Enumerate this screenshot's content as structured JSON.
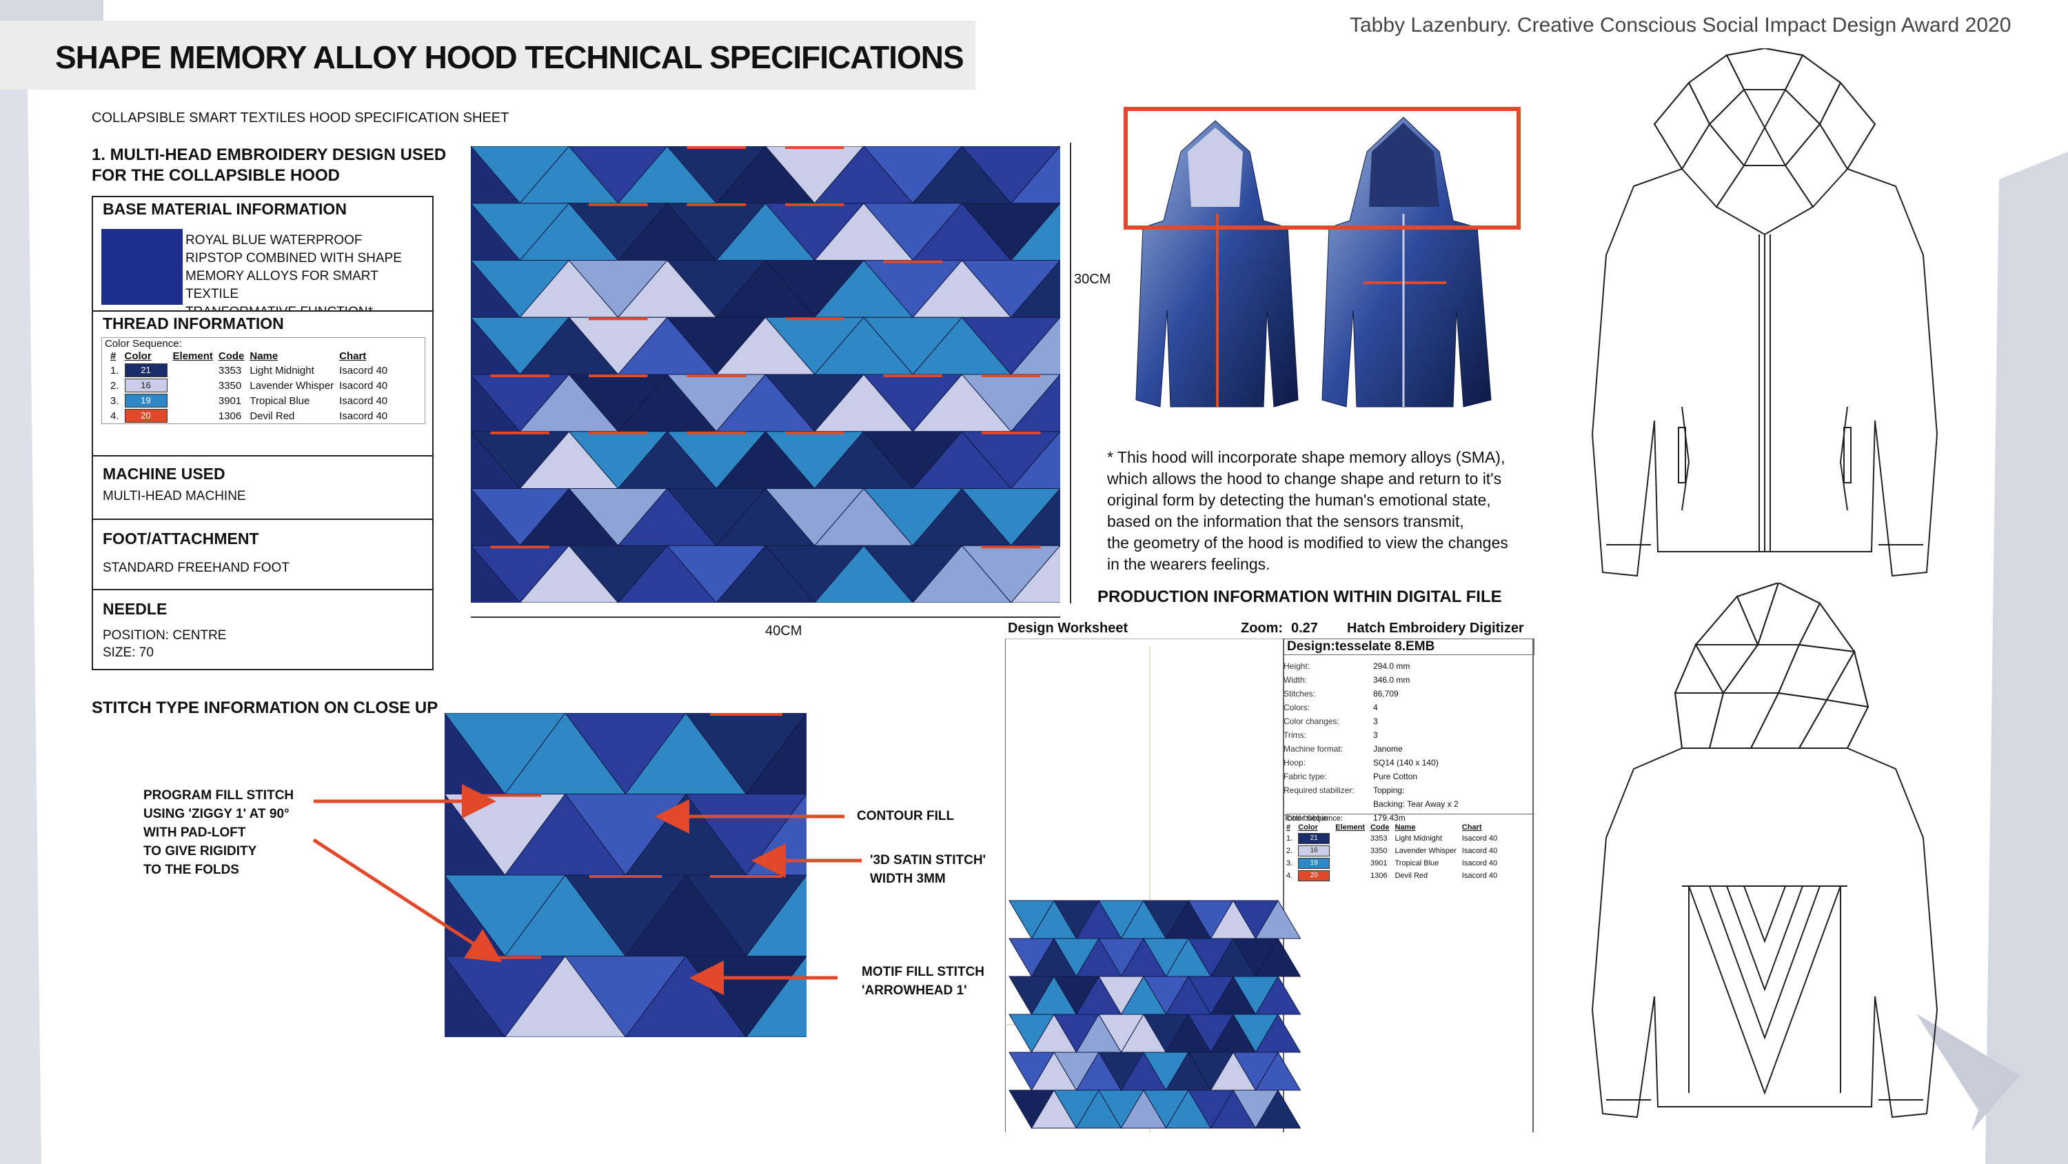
{
  "header": {
    "title": "SHAPE MEMORY ALLOY HOOD TECHNICAL SPECIFICATIONS",
    "credit": "Tabby Lazenbury. Creative Conscious Social Impact Design Award 2020",
    "subtitle": "COLLAPSIBLE SMART TEXTILES HOOD SPECIFICATION SHEET"
  },
  "section1": {
    "heading_line1": "1. MULTI-HEAD EMBROIDERY DESIGN USED",
    "heading_line2": "FOR THE COLLAPSIBLE HOOD"
  },
  "base_material": {
    "heading": "BASE MATERIAL INFORMATION",
    "swatch_color": "#1c2f8c",
    "lines": [
      "ROYAL BLUE WATERPROOF",
      "RIPSTOP COMBINED WITH SHAPE",
      "MEMORY ALLOYS FOR SMART TEXTILE",
      "TRANFORMATIVE FUNCTION*"
    ]
  },
  "thread": {
    "heading": "THREAD INFORMATION",
    "seq_label": "Color Sequence:",
    "columns": [
      "#",
      "Color",
      "Element",
      "Code",
      "Name",
      "Chart"
    ],
    "rows": [
      {
        "num": "1.",
        "color_num": "21",
        "color": "#1b2c6b",
        "code": "3353",
        "name": "Light Midnight",
        "chart": "Isacord 40"
      },
      {
        "num": "2.",
        "color_num": "16",
        "color": "#c9cde8",
        "code": "3350",
        "name": "Lavender Whisper",
        "chart": "Isacord 40"
      },
      {
        "num": "3.",
        "color_num": "19",
        "color": "#2f88c3",
        "code": "3901",
        "name": "Tropical Blue",
        "chart": "Isacord 40"
      },
      {
        "num": "4.",
        "color_num": "20",
        "color": "#e2482a",
        "code": "1306",
        "name": "Devil Red",
        "chart": "Isacord 40"
      }
    ]
  },
  "machine": {
    "heading": "MACHINE USED",
    "value": "MULTI-HEAD MACHINE"
  },
  "foot": {
    "heading": "FOOT/ATTACHMENT",
    "value": "STANDARD FREEHAND FOOT"
  },
  "needle": {
    "heading": "NEEDLE",
    "position": "POSITION: CENTRE",
    "size": "SIZE: 70"
  },
  "dimensions": {
    "height": "30CM",
    "width": "40CM"
  },
  "stitch": {
    "heading": "STITCH TYPE INFORMATION ON CLOSE UP",
    "program_fill": [
      "PROGRAM FILL STITCH",
      "USING 'ZIGGY 1' AT 90°",
      "WITH PAD-LOFT",
      "TO GIVE RIGIDITY",
      "TO THE FOLDS"
    ],
    "contour_fill": "CONTOUR FILL",
    "satin": [
      "'3D SATIN STITCH'",
      "WIDTH 3MM"
    ],
    "motif": [
      "MOTIF FILL STITCH",
      "'ARROWHEAD 1'"
    ]
  },
  "description": [
    "* This hood will incorporate shape memory alloys (SMA),",
    "which allows the hood to change shape and return to it's",
    "original form by detecting the human's emotional state,",
    "based on the information that the sensors transmit,",
    "the geometry of the hood is modified to view the changes",
    "in the wearers feelings."
  ],
  "production": {
    "heading": "PRODUCTION INFORMATION WITHIN DIGITAL FILE",
    "worksheet": "Design Worksheet",
    "zoom_label": "Zoom:",
    "zoom_value": "0.27",
    "software": "Hatch Embroidery Digitizer",
    "design_name": "Design:tesselate 8.EMB",
    "fields": [
      {
        "k": "Height:",
        "v": "294.0 mm"
      },
      {
        "k": "Width:",
        "v": "346.0 mm"
      },
      {
        "k": "Stitches:",
        "v": "86,709"
      },
      {
        "k": "Colors:",
        "v": "4"
      },
      {
        "k": "Color changes:",
        "v": "3"
      },
      {
        "k": "Trims:",
        "v": "3"
      },
      {
        "k": "Machine format:",
        "v": "Janome"
      },
      {
        "k": "Hoop:",
        "v": "SQ14 (140 x 140)"
      },
      {
        "k": "Fabric type:",
        "v": "Pure Cotton"
      },
      {
        "k": "Required stabilizer:",
        "v": "Topping:"
      },
      {
        "k": "",
        "v": "Backing: Tear Away x 2"
      },
      {
        "k": "Total bobbin:",
        "v": "179.43m"
      }
    ]
  },
  "colors": {
    "navy": "#1b2c6b",
    "royal": "#2a3d9a",
    "lavender": "#c9cde8",
    "tropical": "#2f88c3",
    "red": "#e2482a"
  }
}
